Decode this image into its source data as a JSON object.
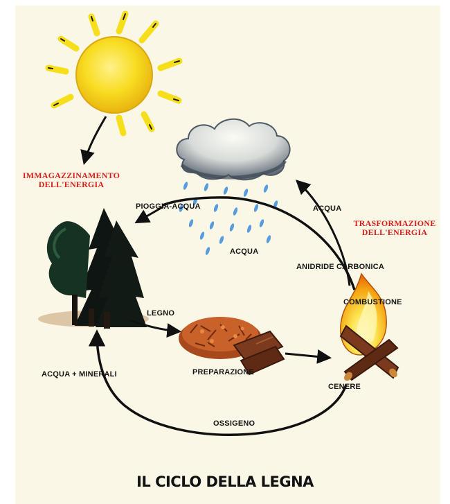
{
  "title": "IL CICLO DELLA LEGNA",
  "labels": {
    "storage_line1": "IMMAGAZZINAMENTO",
    "storage_line2": "DELL'ENERGIA",
    "transform_line1": "TRASFORMAZIONE",
    "transform_line2": "DELL'ENERGIA",
    "rain_water": "PIOGGIA-ACQUA",
    "water_top": "ACQUA",
    "water_rain": "ACQUA",
    "co2": "ANIDRIDE CARBONICA",
    "combustion": "COMBUSTIONE",
    "wood": "LEGNO",
    "preparation": "PREPARAZIONE",
    "water_minerals": "ACQUA + MINERALI",
    "ash": "CENERE",
    "oxygen": "OSSIGENO"
  },
  "colors": {
    "background": "#fbf7e6",
    "sun": "#f7d917",
    "sun_rays": "#f6df1a",
    "emphasis_label": "#d91f1a",
    "arrow": "#111111",
    "tree": "#0f1512",
    "fire": "#f5a411",
    "wood": "#7b3a1d",
    "cloud": "#6f7a86",
    "rain": "#3c8de0"
  },
  "icons": [
    "sun-icon",
    "cloud-rain-icon",
    "tree-icon",
    "woodpile-icon",
    "campfire-icon"
  ]
}
